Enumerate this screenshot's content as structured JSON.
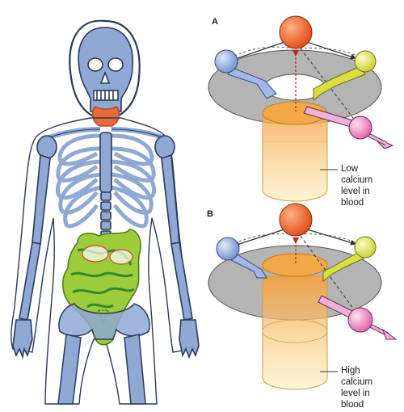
{
  "figure": {
    "panel_a": {
      "letter": "A",
      "caption": [
        "Low",
        "calcium",
        "level in",
        "blood"
      ]
    },
    "panel_b": {
      "letter": "B",
      "caption": [
        "High",
        "calcium",
        "level in",
        "blood"
      ]
    }
  },
  "colors": {
    "skeleton": "#8fa8d4",
    "skeleton_outline": "#2a3a5a",
    "thyroid": "#e86a3a",
    "intestine": "#9ccc3a",
    "orange_sphere": "#e85a28",
    "blue_sphere": "#7f9fd8",
    "yellow_sphere": "#d8e040",
    "pink_sphere": "#e878b8",
    "disc": "#b4b4b4",
    "cylinder": "#f8d878"
  }
}
